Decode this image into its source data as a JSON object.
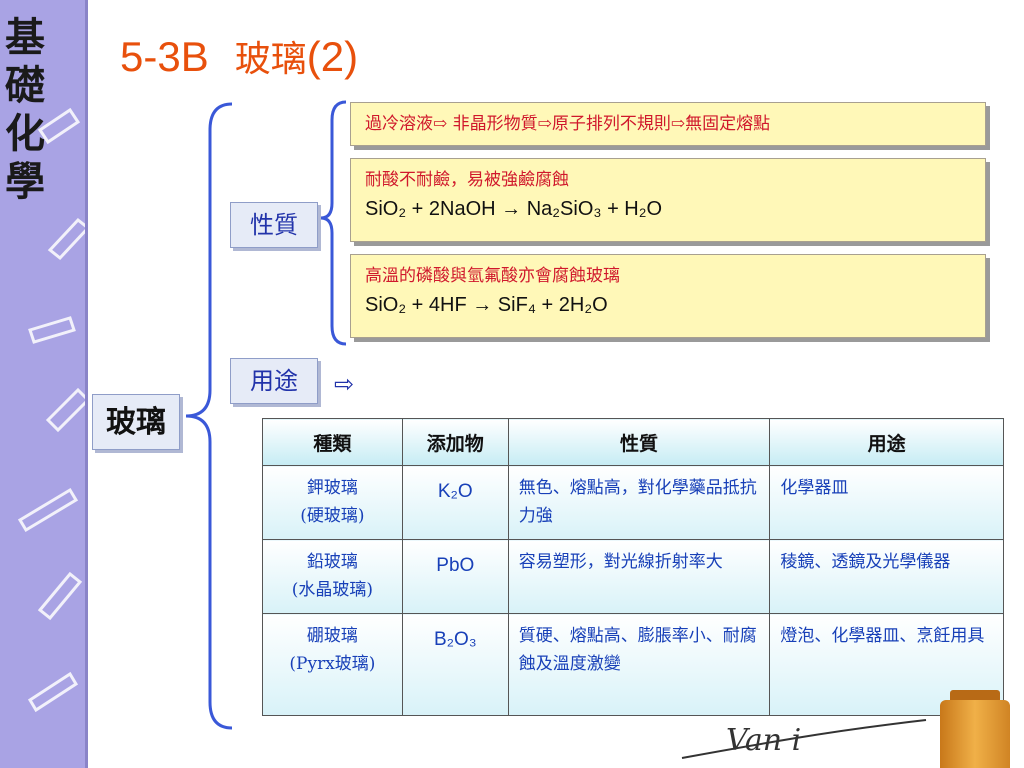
{
  "sidebar": {
    "chars": [
      "基",
      "礎",
      "化",
      "學"
    ]
  },
  "title": {
    "code": "5-3B",
    "topic": "玻璃",
    "part": "(2)"
  },
  "main_label": "玻璃",
  "properties": {
    "label": "性質",
    "items": [
      {
        "text": "過冷溶液⇨ 非晶形物質⇨原子排列不規則⇨無固定熔點"
      },
      {
        "text": "耐酸不耐鹼，易被強鹼腐蝕",
        "equation": "SiO₂ + 2NaOH → Na₂SiO₃ + H₂O"
      },
      {
        "text": "高溫的磷酸與氫氟酸亦會腐蝕玻璃",
        "equation": "SiO₂ + 4HF → SiF₄ + 2H₂O"
      }
    ]
  },
  "uses": {
    "label": "用途",
    "arrow": "⇨"
  },
  "table": {
    "headers": [
      "種類",
      "添加物",
      "性質",
      "用途"
    ],
    "rows": [
      {
        "type": "鉀玻璃",
        "type_alt": "(硬玻璃)",
        "additive": "K₂O",
        "property": "無色、熔點高，對化學藥品抵抗力強",
        "use": "化學器皿"
      },
      {
        "type": "鉛玻璃",
        "type_alt": "(水晶玻璃)",
        "additive": "PbO",
        "property": "容易塑形，對光線折射率大",
        "use": "稜鏡、透鏡及光學儀器"
      },
      {
        "type": "硼玻璃",
        "type_alt": "(Pyrx玻璃)",
        "additive": "B₂O₃",
        "property": "質硬、熔點高、膨脹率小、耐腐蝕及溫度激變",
        "use": "燈泡、化學器皿、烹飪用具"
      }
    ]
  },
  "logo_text": "Van i",
  "colors": {
    "title": "#e8500c",
    "sidebar": "#a9a3e4",
    "box_fill": "#fff8b8",
    "box_text": "#d0182c",
    "table_text": "#1840b8"
  }
}
